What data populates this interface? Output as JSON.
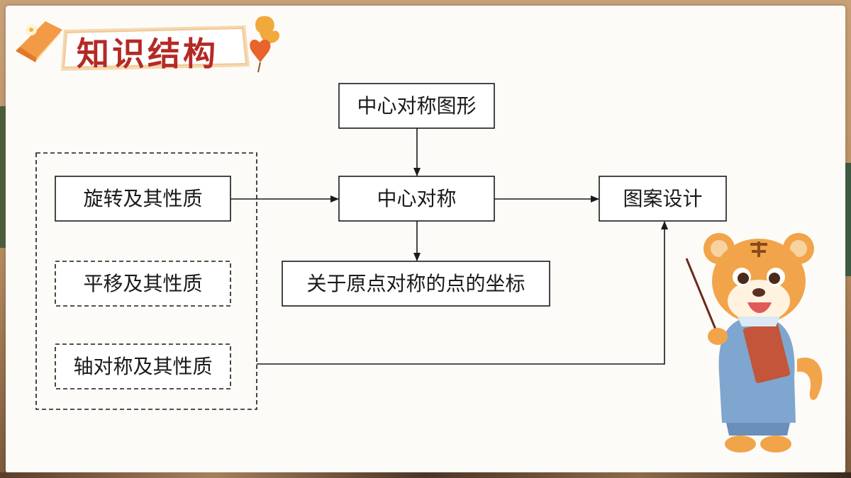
{
  "header": {
    "title": "知识结构"
  },
  "diagram": {
    "nodes": {
      "central_symmetric_figure": "中心对称图形",
      "rotation_properties": "旋转及其性质",
      "central_symmetry": "中心对称",
      "pattern_design": "图案设计",
      "origin_symmetric_coordinates": "关于原点对称的点的坐标",
      "translation_properties": "平移及其性质",
      "axial_symmetry_properties": "轴对称及其性质"
    },
    "edges": [
      {
        "from": "central_symmetric_figure",
        "to": "central_symmetry"
      },
      {
        "from": "rotation_properties",
        "to": "central_symmetry"
      },
      {
        "from": "central_symmetry",
        "to": "pattern_design"
      },
      {
        "from": "central_symmetry",
        "to": "origin_symmetric_coordinates"
      },
      {
        "from": "transformation_group",
        "to": "pattern_design"
      }
    ]
  },
  "colors": {
    "title_red": "#b42a25",
    "line": "#1a1a1a",
    "banner_orange": "#f39a47"
  },
  "icons": [
    "book-icon",
    "autumn-leaf-icon",
    "heart-leaf-icon",
    "tiger-teacher-mascot"
  ]
}
